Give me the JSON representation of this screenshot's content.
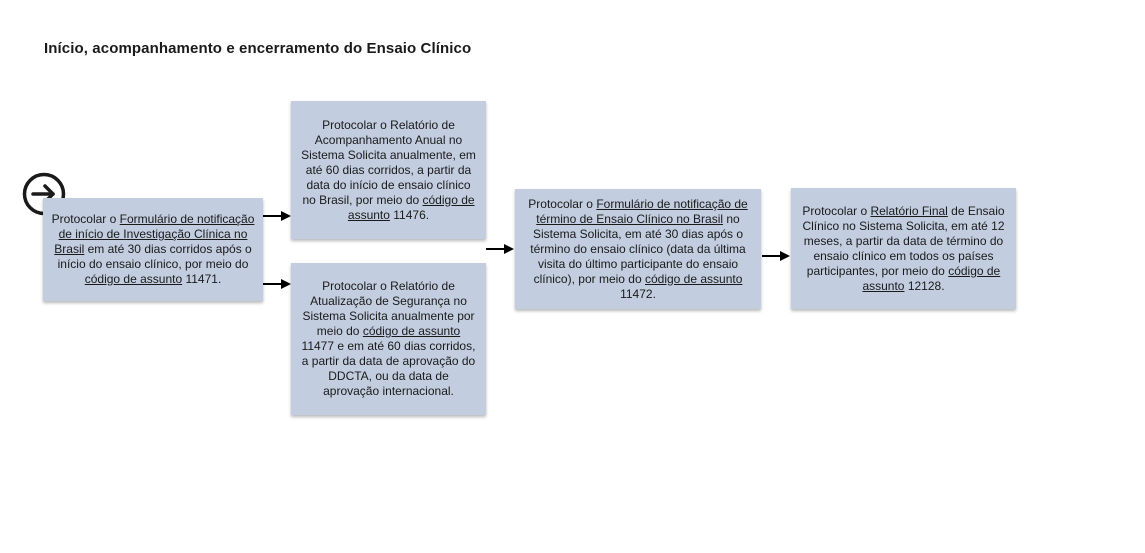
{
  "title": "Início, acompanhamento e encerramento do Ensaio Clínico",
  "icons": {
    "start": "arrow-right-circle-icon",
    "connector": "arrow-right-icon"
  },
  "colors": {
    "box_fill": "#c2cddf",
    "text": "#1a1a1a"
  },
  "boxes": {
    "box1": {
      "p1": "Protocolar o ",
      "l1": "Formulário de notificação de início de Investigação Clínica no Brasil",
      "p2": " em até 30 dias corridos após o início do ensaio clínico, por meio do ",
      "l2": "código de assunto",
      "p3": " 11471."
    },
    "box2": {
      "p1": "Protocolar o Relatório de Acompanhamento Anual no Sistema Solicita anualmente, em até 60 dias corridos, a partir da data do início de ensaio clínico no Brasil, por meio do ",
      "l1": "código de assunto",
      "p2": " 11476."
    },
    "box3": {
      "p1": "Protocolar o Relatório de Atualização de Segurança no Sistema Solicita anualmente por meio do ",
      "l1": "código de assunto",
      "p2": " 11477 e em até 60 dias corridos, a partir da data de aprovação do DDCTA, ou da data de aprovação internacional."
    },
    "box4": {
      "p1": "Protocolar o ",
      "l1": "Formulário de notificação de término de Ensaio Clínico no Brasil",
      "p2": " no Sistema Solicita, em até 30 dias após o término do ensaio clínico (data da última visita do último participante do ensaio clínico), por meio do ",
      "l2": "código de assunto",
      "p3": " 11472."
    },
    "box5": {
      "p1": "Protocolar o ",
      "l1": "Relatório Final",
      "p2": " de Ensaio Clínico no Sistema Solicita, em até 12 meses, a partir da data de término do ensaio clínico em todos os países participantes, por meio do ",
      "l2": "código de assunto",
      "p3": " 12128."
    }
  }
}
